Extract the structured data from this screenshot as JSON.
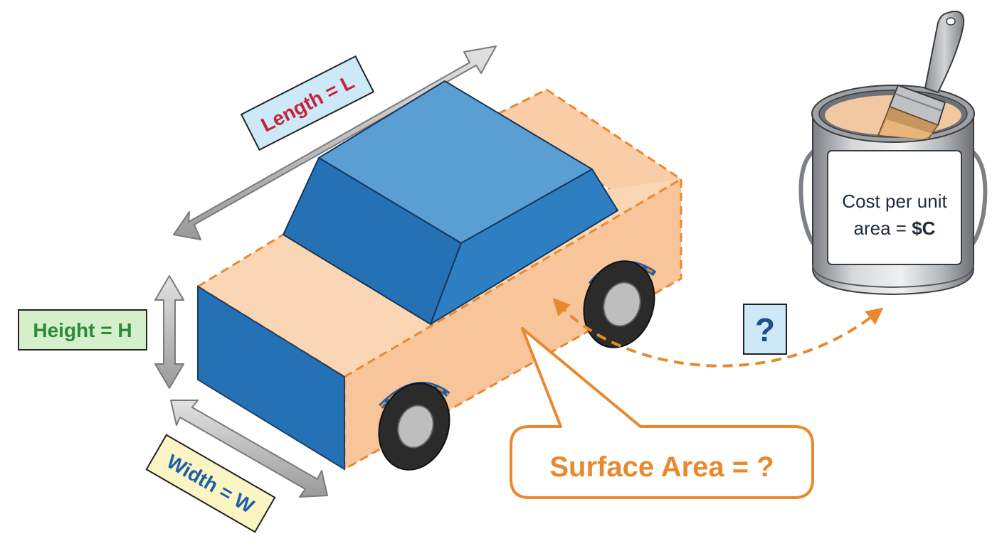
{
  "labels": {
    "length": "Length = L",
    "height": "Height = H",
    "width": "Width = W",
    "surface_area": "Surface Area = ?",
    "question": "?",
    "cost_line1": "Cost per unit",
    "cost_line2_prefix": "area = ",
    "cost_line2_value": "$C"
  },
  "colors": {
    "car_body": "#F8C9A0",
    "car_blue": "#2472B5",
    "car_blue_light": "#5A9FD4",
    "dash_orange": "#E8892E",
    "length_text": "#C4243A",
    "length_box": "#CDE8F6",
    "height_text": "#2A8A3A",
    "height_box": "#D4EFC9",
    "width_text": "#1F5FA6",
    "width_box": "#FBF5C4",
    "question_box": "#CDE8F6",
    "question_text": "#1F4E8A",
    "arrow_gray": "#A8A8A8"
  },
  "icons": [
    "paint-can-icon",
    "paintbrush-icon",
    "wheel-icon"
  ]
}
